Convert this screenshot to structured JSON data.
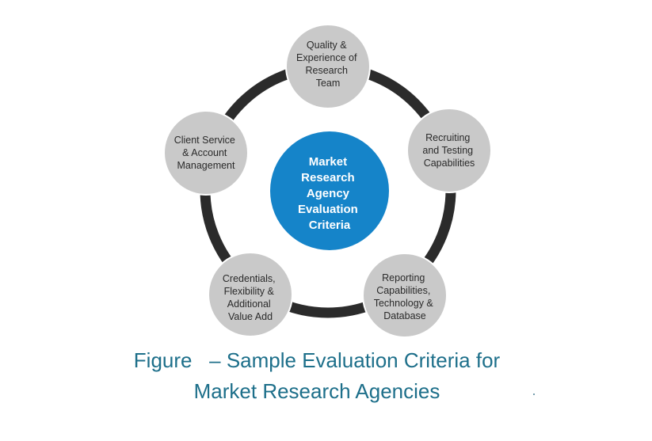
{
  "diagram": {
    "center": {
      "lines": [
        "Market",
        "Research",
        "Agency",
        "Evaluation",
        "Criteria"
      ]
    },
    "nodes": [
      {
        "id": "quality",
        "lines": [
          "Quality &",
          "Experience of",
          "Research",
          "Team"
        ]
      },
      {
        "id": "recruiting",
        "lines": [
          "Recruiting",
          "and Testing",
          "Capabilities"
        ]
      },
      {
        "id": "reporting",
        "lines": [
          "Reporting",
          "Capabilities,",
          "Technology &",
          "Database"
        ]
      },
      {
        "id": "credentials",
        "lines": [
          "Credentials,",
          "Flexibility &",
          "Additional",
          "Value Add"
        ]
      },
      {
        "id": "client-service",
        "lines": [
          "Client Service",
          "& Account",
          "Management"
        ]
      }
    ],
    "colors": {
      "ring": "#2b2b2b",
      "node_fill": "#c9c9c9",
      "center_fill": "#1584c9",
      "caption": "#1d6f8a"
    }
  },
  "caption": {
    "line1": "Figure   – Sample Evaluation Criteria for",
    "line2": "Market Research Agencies"
  }
}
